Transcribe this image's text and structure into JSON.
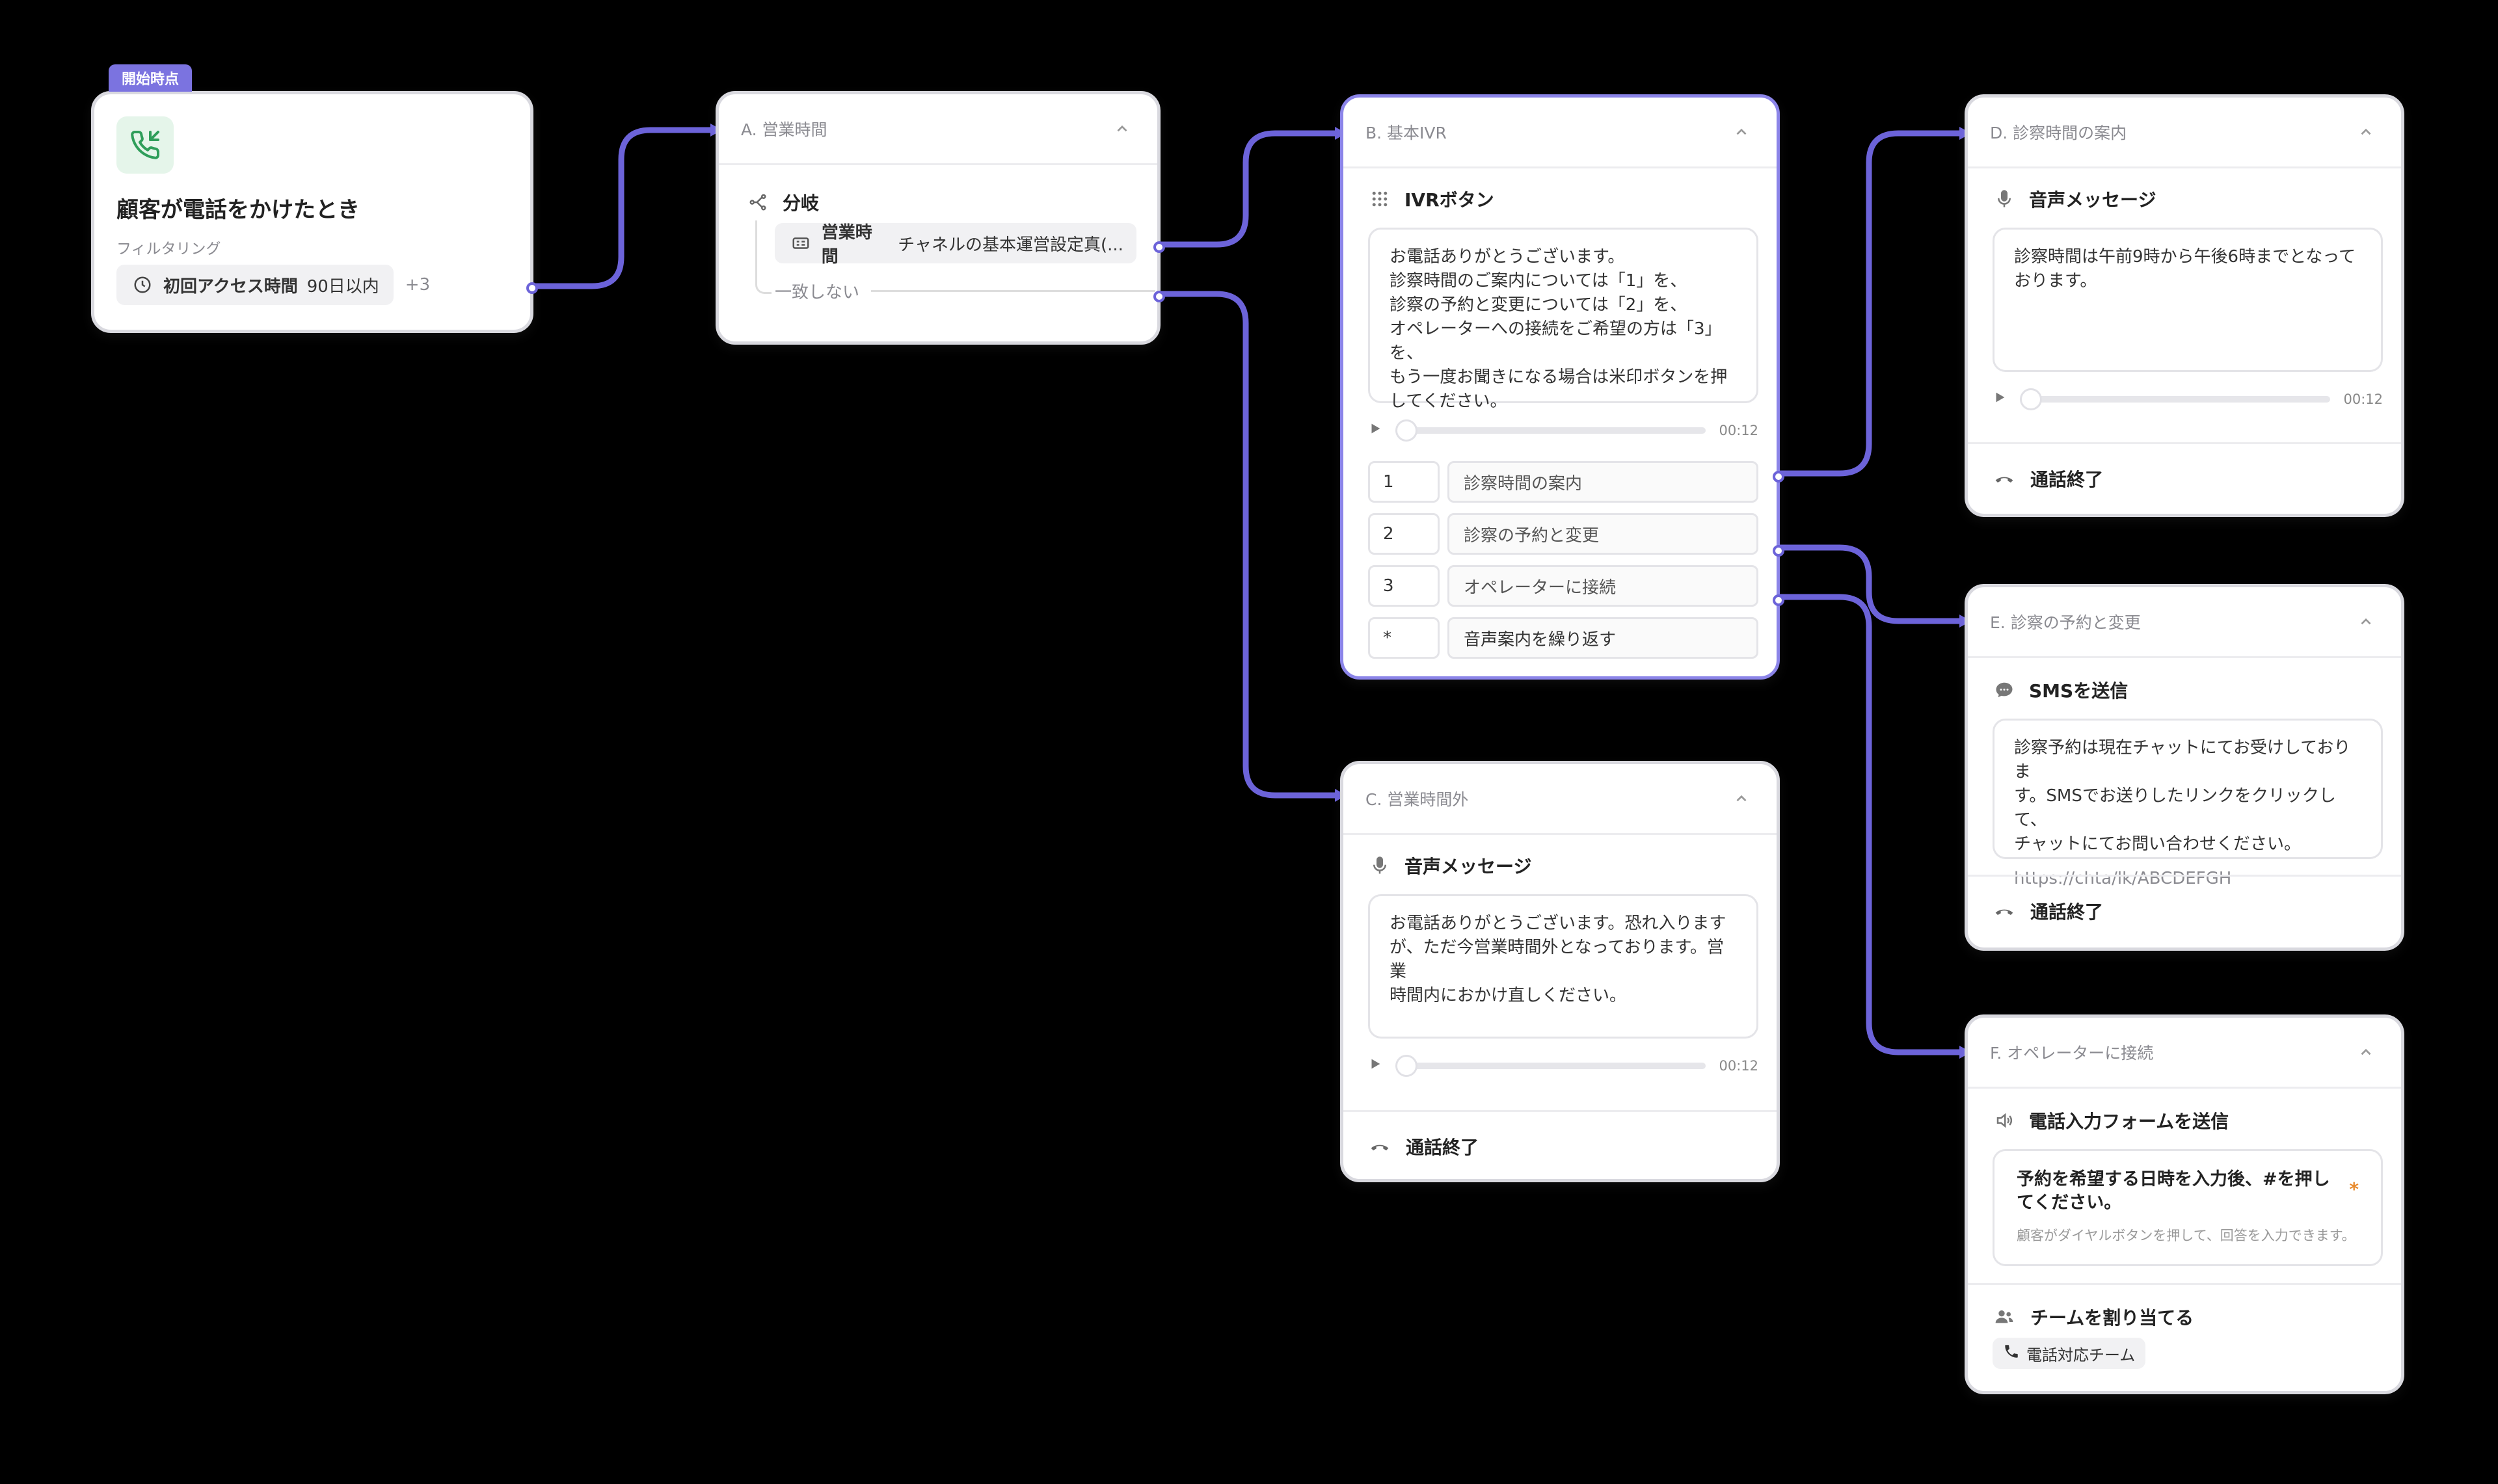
{
  "colors": {
    "accent": "#6c63d9",
    "accent_light": "#8b84e8",
    "phone_green_bg": "#e5f5ea",
    "phone_green": "#2f9e5a",
    "required_star": "#e8892b"
  },
  "start_node": {
    "badge": "開始時点",
    "icon": "phone-incoming-icon",
    "title": "顧客が電話をかけたとき",
    "filter_label": "フィルタリング",
    "filter_chip_name": "初回アクセス時間",
    "filter_chip_value": "90日以内",
    "filter_more": "+3"
  },
  "node_a": {
    "header": "A. 営業時間",
    "section_title": "分岐",
    "branch_field": "営業時間",
    "branch_desc": "チャネルの基本運営設定真(...",
    "no_match": "一致しない"
  },
  "node_b": {
    "header": "B. 基本IVR",
    "section_title": "IVRボタン",
    "message": "お電話ありがとうございます。\n診察時間のご案内については「1」を、\n診察の予約と変更については「2」を、\nオペレーターへの接続をご希望の方は「3」を、\nもう一度お聞きになる場合は米印ボタンを押\nしてください。",
    "audio_time": "00:12",
    "buttons": [
      {
        "key": "1",
        "label": "診察時間の案内"
      },
      {
        "key": "2",
        "label": "診察の予約と変更"
      },
      {
        "key": "3",
        "label": "オペレーターに接続"
      },
      {
        "key": "*",
        "label": "音声案内を繰り返す"
      }
    ]
  },
  "node_c": {
    "header": "C. 営業時間外",
    "section_title": "音声メッセージ",
    "message": "お電話ありがとうございます。恐れ入ります\nが、ただ今営業時間外となっております。営業\n時間内におかけ直しください。",
    "audio_time": "00:12",
    "end_label": "通話終了"
  },
  "node_d": {
    "header": "D. 診察時間の案内",
    "section_title": "音声メッセージ",
    "message": "診察時間は午前9時から午後6時までとなって\nおります。",
    "audio_time": "00:12",
    "end_label": "通話終了"
  },
  "node_e": {
    "header": "E. 診察の予約と変更",
    "section_title": "SMSを送信",
    "message": "診察予約は現在チャットにてお受けしておりま\nす。SMSでお送りしたリンクをクリックして、\nチャットにてお問い合わせください。",
    "link": "https://chta/lk/ABCDEFGH",
    "end_label": "通話終了"
  },
  "node_f": {
    "header": "F. オペレーターに接続",
    "section_title": "電話入力フォームを送信",
    "form_question": "予約を希望する日時を入力後、#を押し\nてください。",
    "form_star": "*",
    "form_hint": "顧客がダイヤルボタンを押して、回答を入力できます。",
    "assign_title": "チームを割り当てる",
    "team_chip": "電話対応チーム"
  }
}
